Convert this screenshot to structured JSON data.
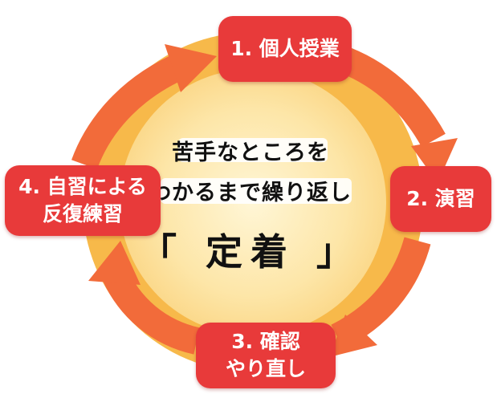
{
  "center": {
    "line1": "苦手なところを",
    "line2": "わかるまで繰り返し",
    "fixation": "「 定着 」"
  },
  "steps": [
    {
      "lines": [
        "1. 個人授業"
      ]
    },
    {
      "lines": [
        "2. 演習"
      ]
    },
    {
      "lines": [
        "3. 確認",
        "やり直し"
      ]
    },
    {
      "lines": [
        "4. 自習による",
        "反復練習"
      ]
    }
  ],
  "colors": {
    "step_box": "#e83a3a",
    "ring_outer": "#f7b94a",
    "arrow": "#f26b3a",
    "center_fill": "#fde6a8"
  }
}
